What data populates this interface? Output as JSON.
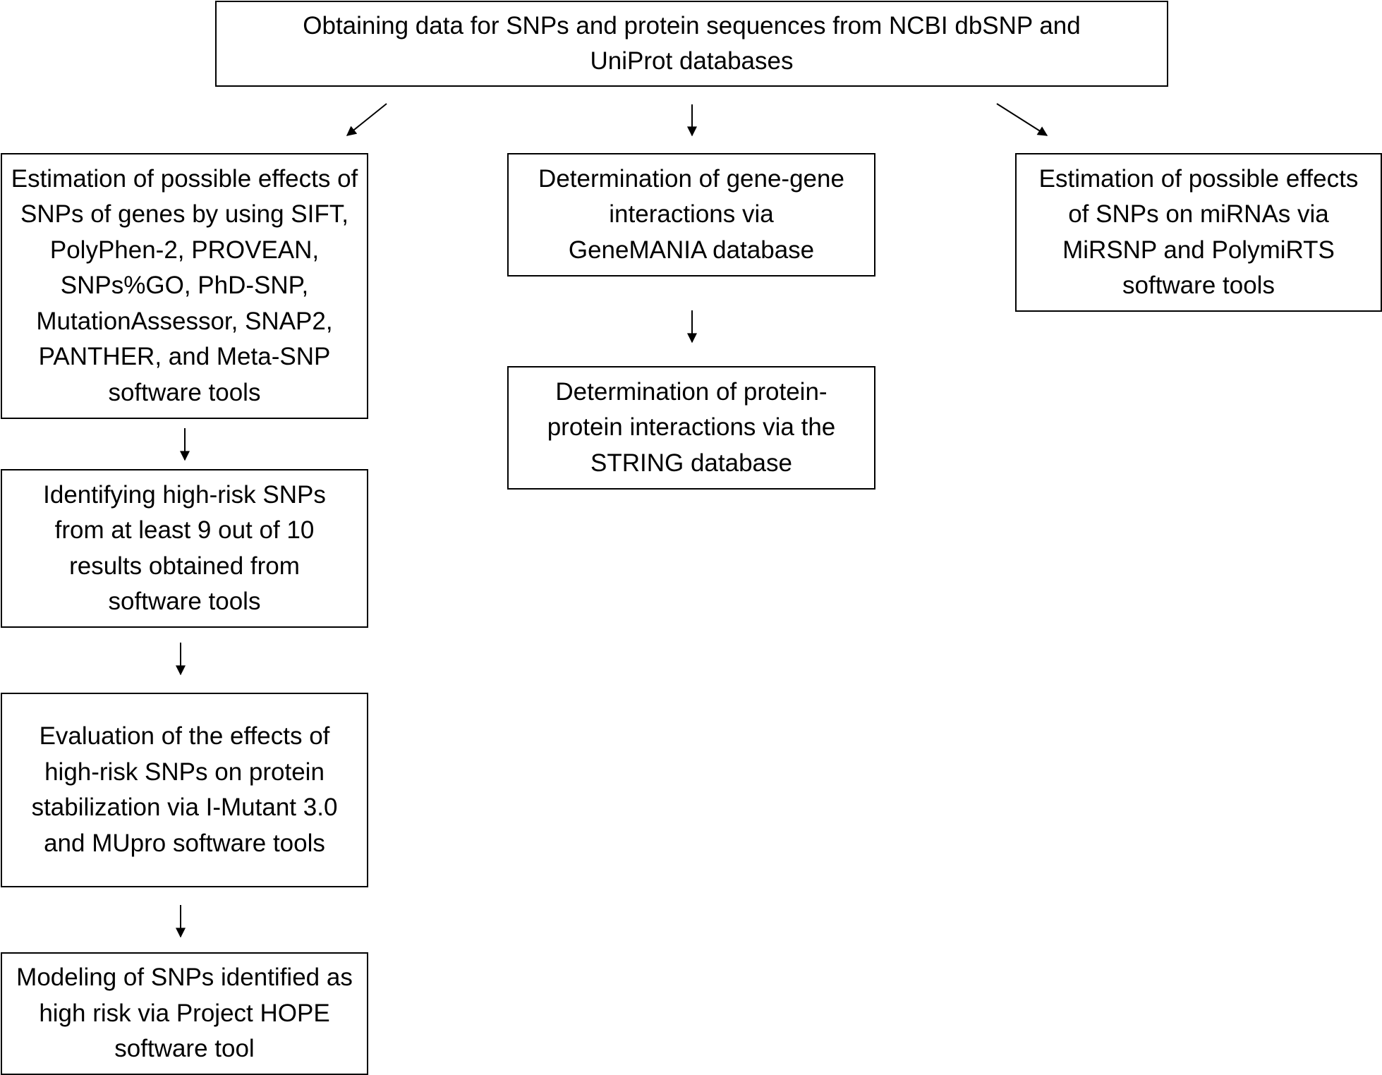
{
  "boxes": {
    "top": "Obtaining data for SNPs and protein sequences from NCBI dbSNP and UniProt databases",
    "effects_genes": "Estimation of possible effects of SNPs of genes by using SIFT, PolyPhen-2, PROVEAN, SNPs%GO, PhD-SNP, MutationAssessor, SNAP2, PANTHER, and Meta-SNP software tools",
    "high_risk": "Identifying high-risk SNPs from  at least 9 out of 10 results obtained from software tools",
    "stabilization": "Evaluation of the effects of high-risk SNPs on protein stabilization via I-Mutant 3.0 and MUpro software tools",
    "modeling": "Modeling of SNPs identified as high risk via Project HOPE software tool",
    "gene_gene": "Determination of gene-gene interactions via GeneMANIA database",
    "protein_protein": "Determination of protein-protein interactions via the STRING database",
    "mirna": "Estimation of possible effects of SNPs on miRNAs via MiRSNP and PolymiRTS software tools"
  }
}
